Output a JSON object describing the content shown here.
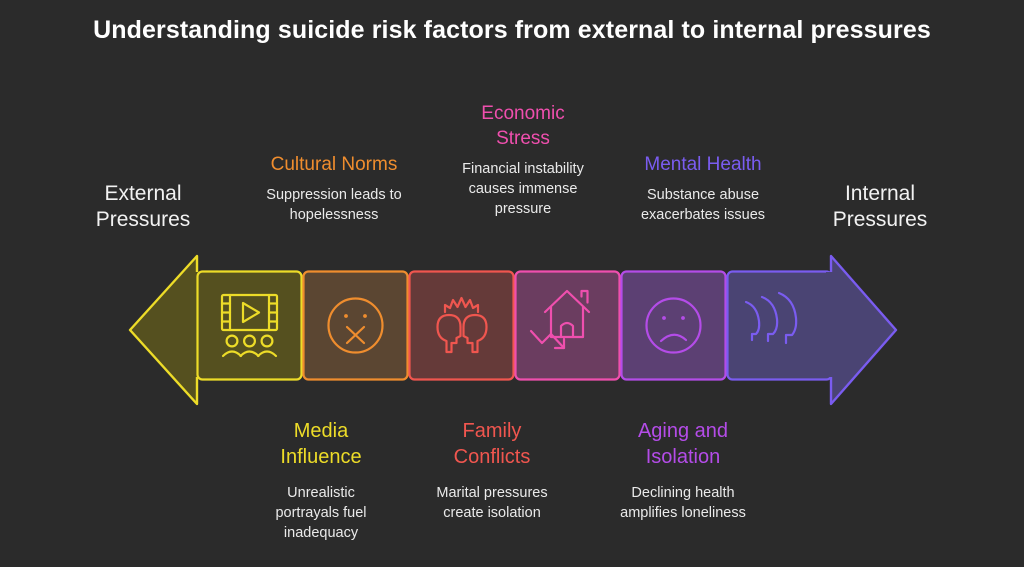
{
  "background_color": "#2b2b2b",
  "title": "Understanding suicide risk factors from external to internal pressures",
  "ends": {
    "left": {
      "line1": "External",
      "line2": "Pressures",
      "arrow_color": "#eddc28"
    },
    "right": {
      "line1": "Internal",
      "line2": "Pressures",
      "arrow_color": "#7a5cf0"
    }
  },
  "segments": [
    {
      "id": "media-influence",
      "title": "Media Influence",
      "title_lines": [
        "Media",
        "Influence"
      ],
      "description": "Unrealistic portrayals fuel inadequacy",
      "description_lines": [
        "Unrealistic",
        "portrayals fuel",
        "inadequacy"
      ],
      "position": "bottom",
      "icon": "cinema-screen-audience-icon",
      "color": "#eddc28",
      "fill": "#55501f"
    },
    {
      "id": "cultural-norms",
      "title": "Cultural Norms",
      "title_lines": [
        "Cultural Norms"
      ],
      "description": "Suppression leads to hopelessness",
      "description_lines": [
        "Suppression leads to",
        "hopelessness"
      ],
      "position": "top",
      "icon": "silenced-face-icon",
      "color": "#ef8d2e",
      "fill": "#5b4632"
    },
    {
      "id": "family-conflicts",
      "title": "Family Conflicts",
      "title_lines": [
        "Family",
        "Conflicts"
      ],
      "description": "Marital pressures create isolation",
      "description_lines": [
        "Marital pressures",
        "create isolation"
      ],
      "position": "bottom",
      "icon": "two-heads-conflict-icon",
      "color": "#f0564f",
      "fill": "#653a39"
    },
    {
      "id": "economic-stress",
      "title": "Economic Stress",
      "title_lines": [
        "Economic",
        "Stress"
      ],
      "description": "Financial instability causes immense pressure",
      "description_lines": [
        "Financial instability",
        "causes immense",
        "pressure"
      ],
      "position": "top",
      "icon": "house-declining-arrow-icon",
      "color": "#ef4fae",
      "fill": "#6b3d60"
    },
    {
      "id": "aging-and-isolation",
      "title": "Aging and Isolation",
      "title_lines": [
        "Aging and",
        "Isolation"
      ],
      "description": "Declining health amplifies loneliness",
      "description_lines": [
        "Declining health",
        "amplifies loneliness"
      ],
      "position": "bottom",
      "icon": "sad-face-icon",
      "color": "#b44ce8",
      "fill": "#5c4073"
    },
    {
      "id": "mental-health",
      "title": "Mental Health",
      "title_lines": [
        "Mental Health"
      ],
      "description": "Substance abuse exacerbates issues",
      "description_lines": [
        "Substance abuse",
        "exacerbates issues"
      ],
      "position": "top",
      "icon": "fading-head-profiles-icon",
      "color": "#7a5cf0",
      "fill": "#4a4473"
    }
  ]
}
